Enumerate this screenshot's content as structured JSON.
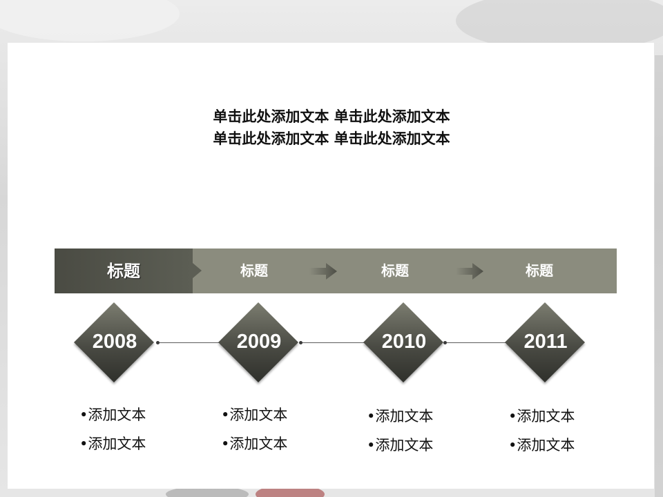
{
  "intro": {
    "line1": "单击此处添加文本  单击此处添加文本",
    "line2": "单击此处添加文本  单击此处添加文本"
  },
  "headers": [
    "标题",
    "标题",
    "标题",
    "标题"
  ],
  "milestones": [
    {
      "year": "2008",
      "items": [
        "•添加文本",
        "•添加文本"
      ]
    },
    {
      "year": "2009",
      "items": [
        "•添加文本",
        "•添加文本"
      ]
    },
    {
      "year": "2010",
      "items": [
        "•添加文本",
        "•添加文本"
      ]
    },
    {
      "year": "2011",
      "items": [
        "•添加文本",
        "•添加文本"
      ]
    }
  ],
  "colors": {
    "bar": "#8b8c7e",
    "bar_active": "#4a4b43",
    "diamond": "#4a4b44"
  }
}
